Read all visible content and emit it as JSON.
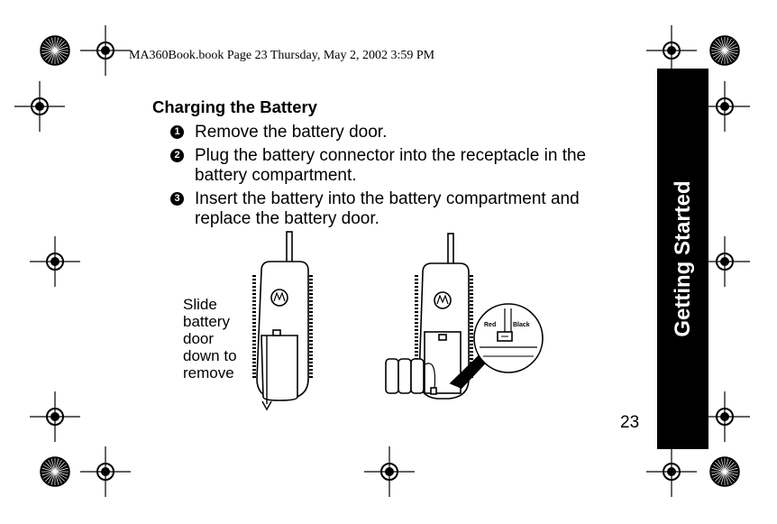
{
  "header": {
    "file_line": "MA360Book.book  Page 23  Thursday, May 2, 2002  3:59 PM"
  },
  "section": {
    "title": "Charging the Battery",
    "steps": [
      {
        "number": "1",
        "text": "Remove the battery door."
      },
      {
        "number": "2",
        "text": "Plug the battery connector into the receptacle in the battery compartment."
      },
      {
        "number": "3",
        "text": "Insert the battery into the battery compartment and replace the battery door."
      }
    ]
  },
  "illustration": {
    "slide_instruction": [
      "Slide",
      "battery",
      "door",
      "down to",
      "remove"
    ],
    "connector_labels": {
      "red": "Red",
      "black": "Black"
    },
    "logo": "motorola-logo-icon"
  },
  "side_tab": {
    "label": "Getting Started"
  },
  "page_number": "23"
}
